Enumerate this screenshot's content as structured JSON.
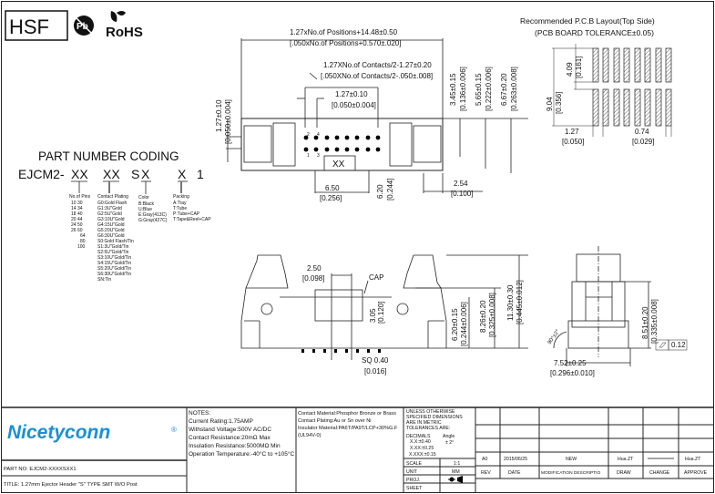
{
  "header": {
    "hsf": "HSF",
    "pb": "Pb",
    "rohs": "RoHS"
  },
  "part_coding": {
    "title": "PART NUMBER CODING",
    "prefix": "EJCM2-",
    "segments": [
      "XX",
      "XX",
      "S",
      "X",
      "X",
      "1"
    ],
    "pins": {
      "label": "No.of Pins",
      "values": [
        "10  30",
        "14  34",
        "18  40",
        "20  44",
        "24  50",
        "26  60",
        "64",
        "80",
        "100"
      ]
    },
    "plating": {
      "label": "Contact Plating",
      "values": [
        "G0:Gold Flash",
        "G1:3U\"Gold",
        "G2:5U\"Gold",
        "G3:10U\"Gold",
        "G4:15U\"Gold",
        "G5:20U\"Gold",
        "G6:30U\"Gold",
        "S0:Gold Flash/Tin",
        "S1:3U\"Gold/Tin",
        "S2:5U\"Gold/Tin",
        "S3:10U\"Gold/Tin",
        "S4:15U\"Gold/Tin",
        "S5:20U\"Gold/Tin",
        "S6:30U\"Gold/Tin",
        "SN:Tin"
      ]
    },
    "color": {
      "label": "Color",
      "values": [
        "B:Black",
        "U:Blue",
        "E:Gray(413C)",
        "G:Gray(427C)"
      ]
    },
    "packing": {
      "label": "Packing",
      "values": [
        "A:Tray",
        "T:Tube",
        "P:Tube+CAP",
        "T:Tape&Reel+CAP"
      ]
    }
  },
  "top_view": {
    "overall": "1.27xNo.of Positions+14.48±0.50",
    "overall_in": "[.050xNo.of Positions+0.570±.020]",
    "contacts": "1.27XNo.of Contacts/2-1.27±0.20",
    "contacts_in": "[.050XNo.of Contacts/2-.050±.008]",
    "pitch": "1.27±0.10",
    "pitch_in": "[0.050±0.004]",
    "row_pitch": "1.27±0.10",
    "row_pitch_in": "[0.050±0.004]",
    "h1": "3.45±0.15",
    "h1_in": "[0.136±0.006]",
    "h2": "5.65±0.15",
    "h2_in": "[0.222±0.006]",
    "h3": "6.67±0.20",
    "h3_in": "[0.263±0.008]",
    "marking": "XX",
    "pin_labels": [
      "2",
      "4",
      "1",
      "3"
    ],
    "w1": "6.50",
    "w1_in": "[0.256]",
    "w2": "6.20",
    "w2_in": "[0.244]",
    "w3": "2.54",
    "w3_in": "[0.100]"
  },
  "pcb_layout": {
    "title": "Recommended P.C.B Layout(Top Side)",
    "subtitle": "(PCB BOARD TOLERANCE±0.05)",
    "h_total": "9.04",
    "h_total_in": "[0.356]",
    "h_gap": "4.09",
    "h_gap_in": "[0.161]",
    "pitch": "1.27",
    "pitch_in": "[0.050]",
    "pad_w": "0.74",
    "pad_w_in": "[0.029]",
    "pads_per_row": 8
  },
  "side_view": {
    "cap_offset": "2.50",
    "cap_offset_in": "[0.098]",
    "cap_label": "CAP",
    "cap_h": "3.05",
    "cap_h_in": "[0.120]",
    "h1": "6.20±0.15",
    "h1_in": "[0.244±0.006]",
    "h2": "8.26±0.20",
    "h2_in": "[0.325±0.008]",
    "h3": "11.30±0.30",
    "h3_in": "[0.445±0.012]",
    "sq": "SQ  0.40",
    "sq_in": "[0.016]"
  },
  "end_view": {
    "angle": "90°±2°",
    "h": "8.51±0.20",
    "h_in": "[0.335±0.008]",
    "flatness": "0.12",
    "w": "7.52±0.25",
    "w_in": "[0.296±0.010]"
  },
  "title_block": {
    "logo": "Nicetyconn",
    "logo_mark": "®",
    "part_no": "PART NO: EJCM2-XXXXSXX1",
    "title": "TITLE:  1.27mm Ejector Header \"S\" TYPE SMT W/O Post",
    "notes": [
      "NOTES:",
      "Current Rating:1.75AMP",
      "Withstand Voltage:500V AC/DC",
      "Contact Resistance:20mΩ Max",
      "Insulation Resistance:5000MΩ Min",
      "Operation Temperature:-40°C to +105°C"
    ],
    "materials": [
      "Contact Material:Phosphor Bronze or Brass",
      "Contact Plating:Au or Sn over Ni",
      "Insulator Material:PA6T/PA9T/LCP+30%G.F",
      "(UL94V-0)"
    ],
    "tolerance": [
      "UNLESS OTHERWISE",
      "SPECIFIED DIMENSIONS",
      "ARE IN METRIC",
      "TOLERANCES  ARE:",
      "DECIMALS",
      "X.X:±0.40",
      "X.XX:±0.25",
      "X.XXX:±0.15"
    ],
    "angle_label": "Angle",
    "angle_tol": "± 2°",
    "scale_label": "SCALE",
    "scale": "1:1",
    "unit_label": "UNIT",
    "unit": "MM",
    "proj_label": "PROJ.",
    "sheet_label": "SHEET",
    "rev": "A0",
    "date": "2015/06/25",
    "modification": "NEW",
    "draw": "Hua.ZT",
    "approve": "Hua.ZT",
    "headers": [
      "REV",
      "DATE",
      "MODIFICATION DESCRIPTIO",
      "DRAW",
      "CHANGE",
      "APPROVE"
    ]
  }
}
